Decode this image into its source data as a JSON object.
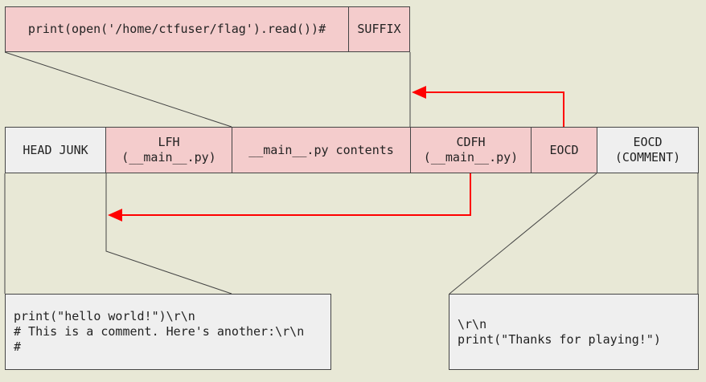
{
  "top_row": {
    "payload": "print(open('/home/ctfuser/flag').read())#",
    "suffix": "SUFFIX"
  },
  "middle_row": {
    "head_junk": "HEAD JUNK",
    "lfh": "LFH\n(__main__.py)",
    "main_contents": "__main__.py contents",
    "cdfh": "CDFH\n(__main__.py)",
    "eocd": "EOCD",
    "eocd_comment": "EOCD\n(COMMENT)"
  },
  "bottom_left_code": [
    "print(\"hello world!\")\\r\\n",
    "# This is a comment. Here's another:\\r\\n",
    "#"
  ],
  "bottom_right_code": [
    "\\r\\n",
    "print(\"Thanks for playing!\")"
  ],
  "colors": {
    "background": "#e8e8d6",
    "highlight": "#f4cccc",
    "plain": "#efefef",
    "arrow": "#ff0000"
  }
}
